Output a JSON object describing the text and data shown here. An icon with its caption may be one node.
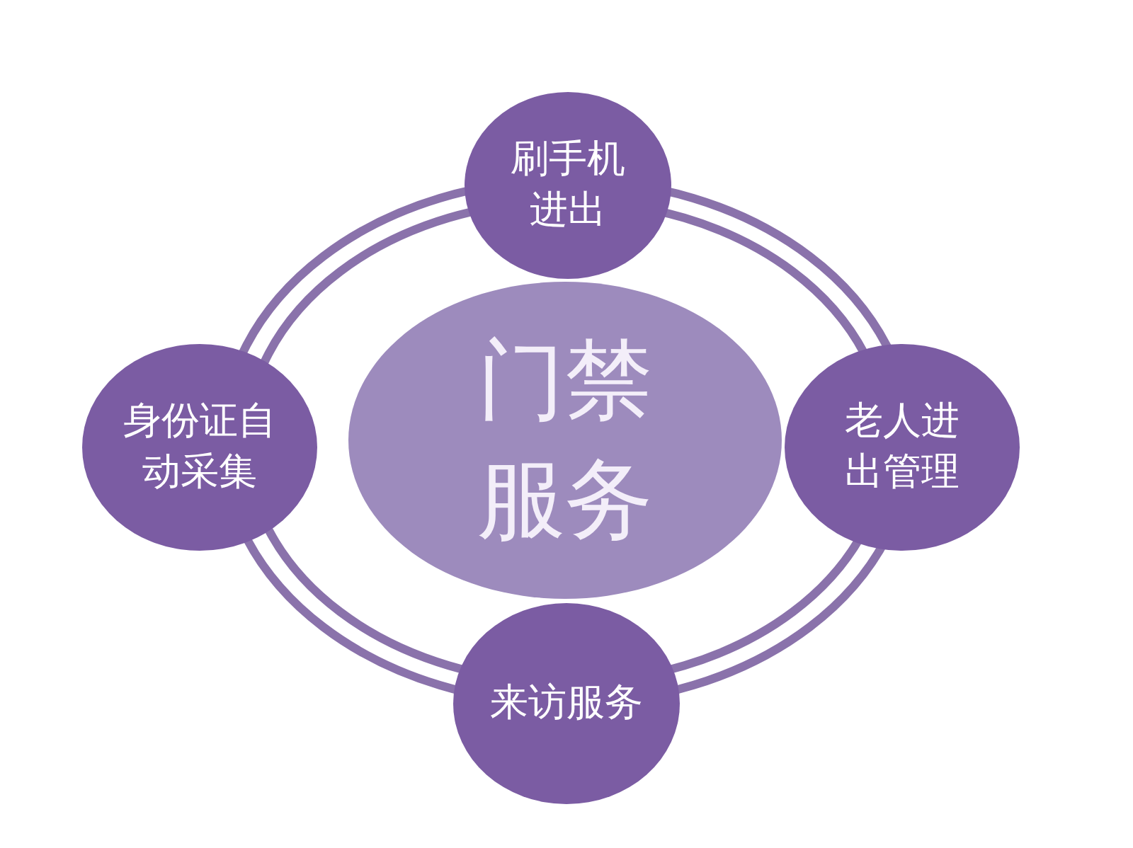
{
  "diagram": {
    "nodes": [
      {
        "text": [
          "门禁服务"
        ]
      },
      {
        "text": [
          "刷手机进出"
        ]
      },
      {
        "text": [
          "身份证自动采集"
        ]
      },
      {
        "text": [
          "老人进出管理"
        ]
      },
      {
        "text": [
          "来访服务"
        ]
      }
    ]
  }
}
